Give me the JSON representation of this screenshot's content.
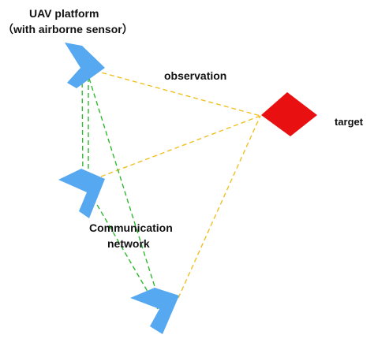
{
  "labels": {
    "platform_title": "UAV platform",
    "platform_subtitle": "（with airborne sensor）",
    "observation": "observation",
    "target": "target",
    "network_line1": "Communication",
    "network_line2": "network"
  },
  "colors": {
    "uav": "#56A8F0",
    "target": "#E81010",
    "observation_link": "#F0C020",
    "network_link": "#2EB82E"
  }
}
